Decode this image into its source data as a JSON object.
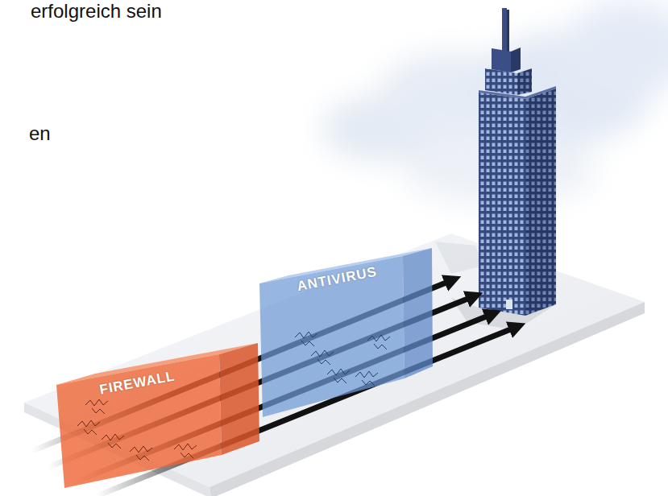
{
  "diagram": {
    "nodes": [
      {
        "text": [
          "FIREWALL"
        ]
      },
      {
        "text": [
          "ANTIVIRUS"
        ]
      }
    ],
    "labels": [
      "erfolgreich sein",
      "en"
    ]
  }
}
